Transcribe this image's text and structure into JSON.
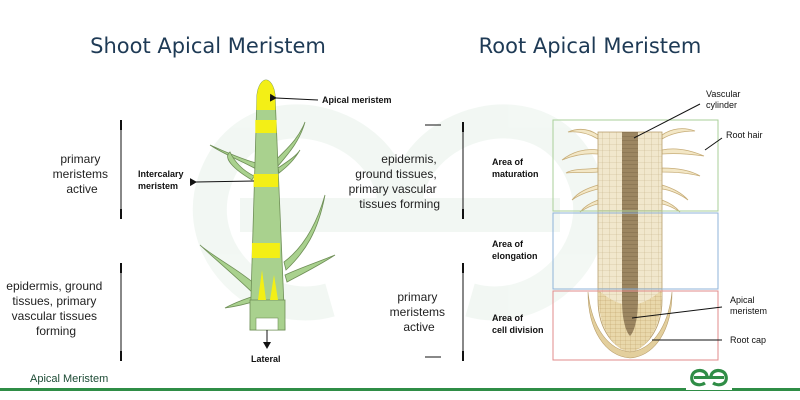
{
  "titles": {
    "shoot": "Shoot Apical Meristem",
    "root": "Root Apical Meristem"
  },
  "shoot": {
    "apical_label": "Apical meristem",
    "intercalary_line1": "Intercalary",
    "intercalary_line2": "meristem",
    "lateral_label": "Lateral",
    "note_top": [
      "primary",
      "meristems",
      "active"
    ],
    "note_bottom": [
      "epidermis, ground",
      "tissues, primary",
      "vascular tissues",
      "forming"
    ]
  },
  "root": {
    "note_top": [
      "epidermis,",
      "ground tissues,",
      "primary vascular",
      "tissues forming"
    ],
    "note_bottom": [
      "primary",
      "meristems",
      "active"
    ],
    "areas": {
      "maturation": [
        "Area of",
        "maturation"
      ],
      "elongation": [
        "Area of",
        "elongation"
      ],
      "division": [
        "Area of",
        "cell division"
      ]
    },
    "labels": {
      "vascular": [
        "Vascular",
        "cylinder"
      ],
      "root_hair": "Root hair",
      "apical": [
        "Apical",
        "meristem"
      ],
      "root_cap": "Root cap"
    }
  },
  "footer": {
    "caption": "Apical Meristem",
    "logo": "gfg-logo-icon"
  },
  "colors": {
    "title": "#1e3a55",
    "stem_green": "#a9d18e",
    "meristem_yellow": "#f3ef16",
    "maturation_box": "#a9cf9a",
    "elongation_box": "#8fb3d9",
    "division_box": "#e08b8b",
    "brand_green": "#2f8d46"
  }
}
